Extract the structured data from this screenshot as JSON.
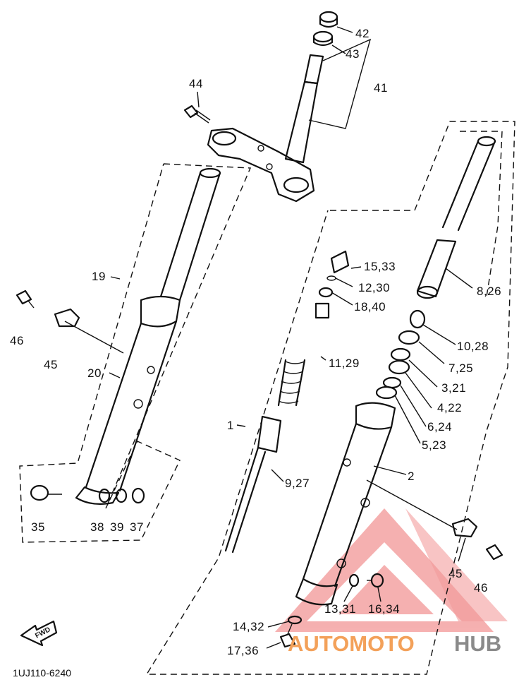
{
  "figure": {
    "code": "1UJ110-6240",
    "fwd_label": "FWD"
  },
  "labels": [
    "42",
    "43",
    "41",
    "44",
    "19",
    "46",
    "45",
    "20",
    "35",
    "38",
    "39",
    "37",
    "1",
    "15,33",
    "12,30",
    "18,40",
    "11,29",
    "9,27",
    "8,26",
    "10,28",
    "7,25",
    "3,21",
    "4,22",
    "6,24",
    "5,23",
    "2",
    "45",
    "46",
    "13,31",
    "16,34",
    "14,32",
    "17,36"
  ],
  "watermark": {
    "part1": "AUTOMOTO",
    "part2": "HUB",
    "colors": {
      "triangle": "#f08a8a",
      "text_orange": "#f3a15a",
      "text_gray": "#8a8a8a"
    }
  }
}
